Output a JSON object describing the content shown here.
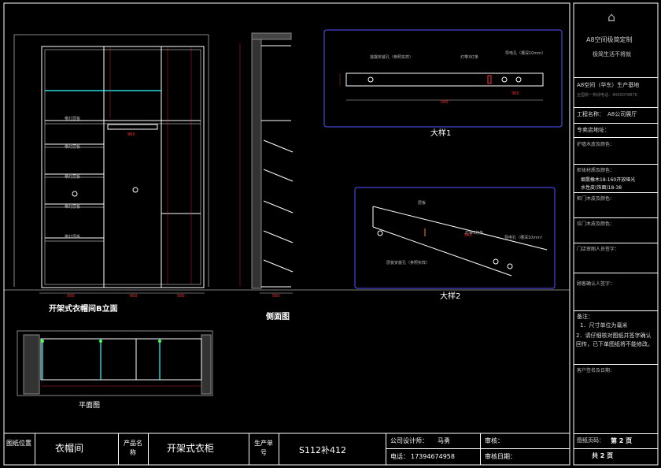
{
  "views": {
    "elevation_label": "开架式衣帽间B立面",
    "side_label": "侧面图",
    "plan_label": "平面图",
    "detail1_label": "大样1",
    "detail2_label": "大样2",
    "shelf_label": "带灯层板",
    "d1_hole_label": "摇摆安装孔（参照实样）",
    "d1_groove_label": "灯带3灯条",
    "d1_wire_label": "导电孔（槽深10mm）",
    "d2_mat_label": "层板",
    "d2_groove_label": "灯带3灯条",
    "d2_wire_label": "导电孔（槽深10mm）",
    "d2_hole_label": "层板安装孔（参照实样）"
  },
  "titleblock": {
    "brand": "A8空间极简定制",
    "slogan": "极简生活不将就",
    "base_label": "A8空间（华东）生产基地",
    "phone_line": "全国统一热线电话：4000078876",
    "project_label": "工程名称：",
    "project_value": "A8公司展厅",
    "addr_label": "专卖店地址：",
    "frame_material_label": "护墙木皮及颜色：",
    "board_material_label": "柜体材质及颜色：",
    "board_material_value": "烟熏橡木18-160开放哑光\n水性皮(饰面)18-38",
    "door_material_label": "柜门木皮及颜色：",
    "handle_material_label": "拉门木皮及颜色：",
    "confirm_label": "门店审图人员签字：",
    "customer_label": "顾客确认人签字：",
    "notes_title": "备注：",
    "note1": "1．尺寸单位为毫米",
    "note2": "2．请仔细核对图纸并签字确认回传，已下单图纸将不能修改。",
    "owner_label": "客户签名及日期：",
    "page_label": "图纸页码：",
    "page_current": "第 2 页",
    "page_total": "共 2 页"
  },
  "footer": {
    "pos_label": "图纸位置",
    "pos_value": "衣帽间",
    "name_label": "产品名称",
    "name_value": "开架式衣柜",
    "order_label": "生产单号",
    "order_value": "S112补412",
    "designer_label": "公司设计师：",
    "designer_value": "马勇",
    "phone_label": "电话：",
    "phone_value": "17394674958",
    "review_label": "审核：",
    "review_date_label": "审核日期："
  }
}
